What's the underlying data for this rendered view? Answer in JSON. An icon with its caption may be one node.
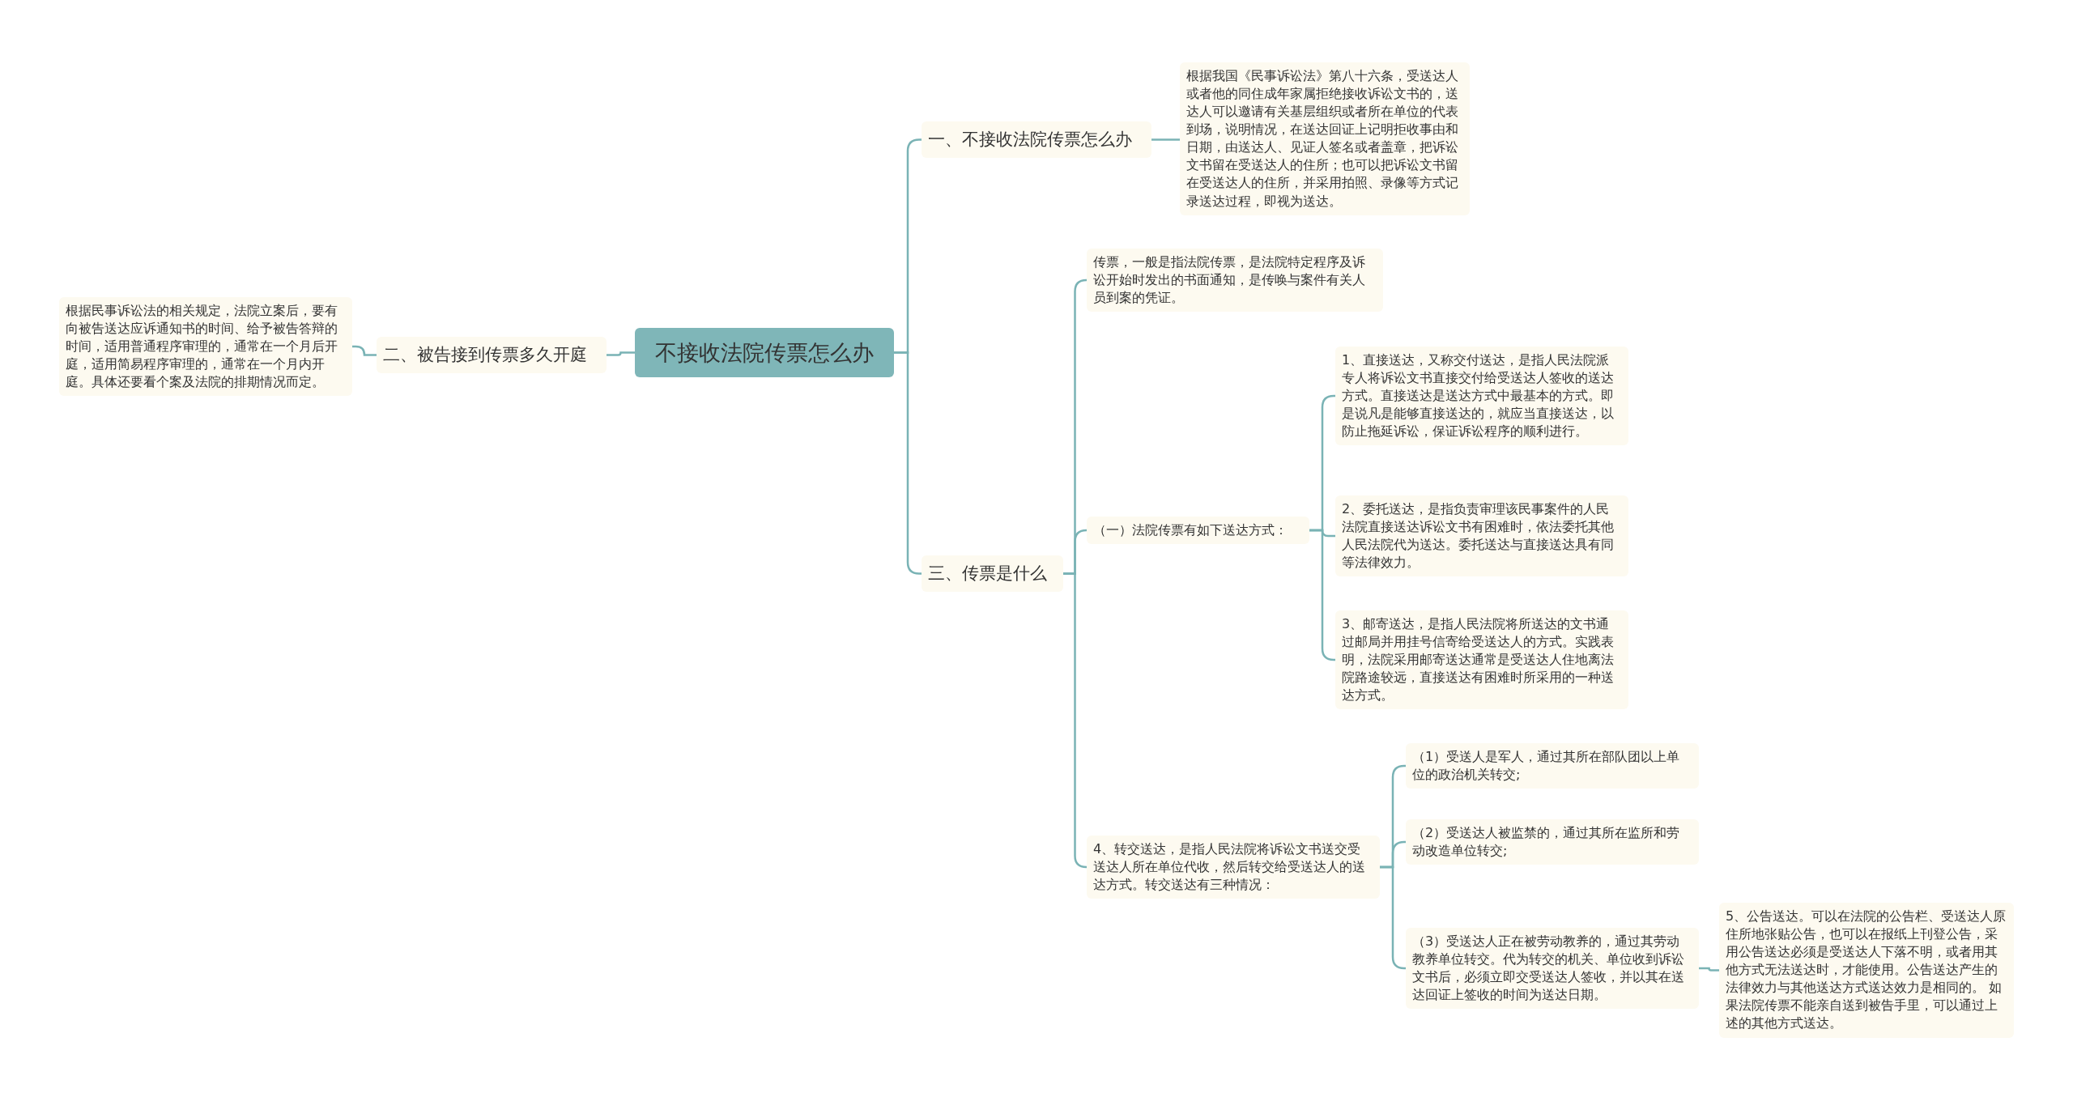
{
  "diagram": {
    "nodes": [
      {
        "text": [
          "不接收法院传票怎么办"
        ]
      },
      {
        "text": [
          "一、不接收法院传票怎么办"
        ]
      },
      {
        "text": [
          "根据我国《民事诉讼法》第八十六条，受送达人或者他的同住成年家属拒绝接收诉讼文书的，送达人可以邀请有关基层组织或者所在单位的代表到场，说明情况，在送达回证上记明拒收事由和日期，由送达人、见证人签名或者盖章，把诉讼文书留在受送达人的住所；也可以把诉讼文书留在受送达人的住所，并采用拍照、录像等方式记录送达过程，即视为送达。"
        ]
      },
      {
        "text": [
          "二、被告接到传票多久开庭"
        ]
      },
      {
        "text": [
          "根据民事诉讼法的相关规定，法院立案后，要有向被告送达应诉通知书的时间、给予被告答辩的时间，适用普通程序审理的，通常在一个月后开庭，适用简易程序审理的，通常在一个月内开庭。具体还要看个案及法院的排期情况而定。"
        ]
      },
      {
        "text": [
          "三、传票是什么"
        ]
      },
      {
        "text": [
          "传票，一般是指法院传票，是法院特定程序及诉讼开始时发出的书面通知，是传唤与案件有关人员到案的凭证。"
        ]
      },
      {
        "text": [
          "（一）法院传票有如下送达方式："
        ]
      },
      {
        "text": [
          "1、直接送达，又称交付送达，是指人民法院派专人将诉讼文书直接交付给受送达人签收的送达方式。直接送达是送达方式中最基本的方式。即是说凡是能够直接送达的，就应当直接送达，以防止拖延诉讼，保证诉讼程序的顺利进行。"
        ]
      },
      {
        "text": [
          "2、委托送达，是指负责审理该民事案件的人民法院直接送达诉讼文书有困难时，依法委托其他人民法院代为送达。委托送达与直接送达具有同等法律效力。"
        ]
      },
      {
        "text": [
          "3、邮寄送达，是指人民法院将所送达的文书通过邮局并用挂号信寄给受送达人的方式。实践表明，法院采用邮寄送达通常是受送达人住地离法院路途较远，直接送达有困难时所采用的一种送达方式。"
        ]
      },
      {
        "text": [
          "4、转交送达，是指人民法院将诉讼文书送交受送达人所在单位代收，然后转交给受送达人的送达方式。转交送达有三种情况："
        ]
      },
      {
        "text": [
          "（1）受送人是军人，通过其所在部队团以上单位的政治机关转交;"
        ]
      },
      {
        "text": [
          "（2）受送达人被监禁的，通过其所在监所和劳动改造单位转交;"
        ]
      },
      {
        "text": [
          "（3）受送达人正在被劳动教养的，通过其劳动教养单位转交。代为转交的机关、单位收到诉讼文书后，必须立即交受送达人签收，并以其在送达回证上签收的时间为送达日期。"
        ]
      },
      {
        "text": [
          "5、公告送达。可以在法院的公告栏、受送达人原住所地张贴公告，也可以在报纸上刊登公告，采用公告送达必须是受送达人下落不明，或者用其他方式无法送达时，才能使用。公告送达产生的法律效力与其他送达方式送达效力是相同的。 如果法院传票不能亲自送到被告手里，可以通过上述的其他方式送达。"
        ]
      }
    ],
    "edges": [
      {
        "from": 0,
        "to": 1,
        "arrow": "none"
      },
      {
        "from": 1,
        "to": 2,
        "arrow": "none"
      },
      {
        "from": 0,
        "to": 3,
        "arrow": "none"
      },
      {
        "from": 3,
        "to": 4,
        "arrow": "none"
      },
      {
        "from": 0,
        "to": 5,
        "arrow": "none"
      },
      {
        "from": 5,
        "to": 6,
        "arrow": "none"
      },
      {
        "from": 5,
        "to": 7,
        "arrow": "none"
      },
      {
        "from": 7,
        "to": 8,
        "arrow": "none"
      },
      {
        "from": 7,
        "to": 9,
        "arrow": "none"
      },
      {
        "from": 7,
        "to": 10,
        "arrow": "none"
      },
      {
        "from": 5,
        "to": 11,
        "arrow": "none"
      },
      {
        "from": 11,
        "to": 12,
        "arrow": "none"
      },
      {
        "from": 11,
        "to": 13,
        "arrow": "none"
      },
      {
        "from": 11,
        "to": 14,
        "arrow": "none"
      },
      {
        "from": 14,
        "to": 15,
        "arrow": "none"
      }
    ]
  }
}
